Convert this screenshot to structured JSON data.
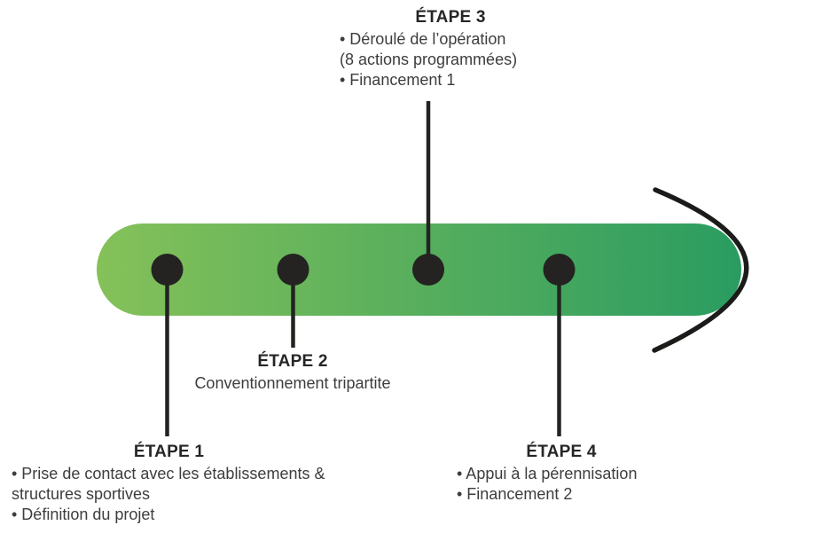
{
  "colors": {
    "bar_gradient_start": "#85c159",
    "bar_gradient_end": "#2a9c61",
    "marker_black": "#242321",
    "title_text": "#262625",
    "body_text": "#3d3d3c"
  },
  "steps": [
    {
      "label": "ÉTAPE 1",
      "lines": [
        "• Prise de contact avec les établissements &",
        "structures sportives",
        "• Définition du projet"
      ]
    },
    {
      "label": "ÉTAPE 2",
      "lines": [
        "Conventionnement tripartite"
      ]
    },
    {
      "label": "ÉTAPE 3",
      "lines": [
        "• Déroulé de l’opération",
        "(8 actions programmées)",
        "• Financement 1"
      ]
    },
    {
      "label": "ÉTAPE 4",
      "lines": [
        "• Appui à la pérennisation",
        "• Financement 2"
      ]
    }
  ]
}
